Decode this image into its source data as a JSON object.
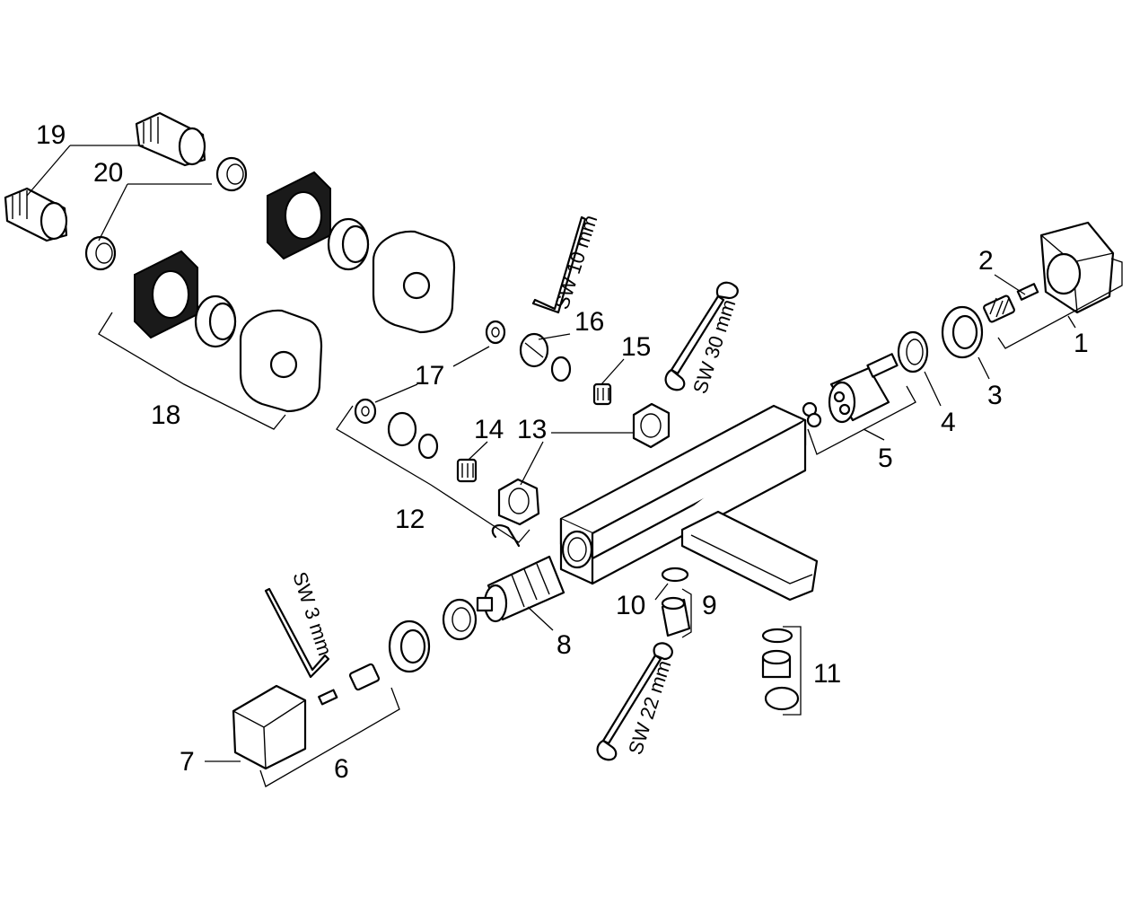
{
  "diagram": {
    "callouts": {
      "c1": "1",
      "c2": "2",
      "c3": "3",
      "c4": "4",
      "c5": "5",
      "c6": "6",
      "c7": "7",
      "c8": "8",
      "c9": "9",
      "c10": "10",
      "c11": "11",
      "c12": "12",
      "c13": "13",
      "c14": "14",
      "c15": "15",
      "c16": "16",
      "c17": "17",
      "c18": "18",
      "c19": "19",
      "c20": "20"
    },
    "tools": {
      "sw10": "SW 10 mm",
      "sw30": "SW 30 mm",
      "sw22": "SW 22 mm",
      "sw3": "SW 3 mm"
    }
  }
}
